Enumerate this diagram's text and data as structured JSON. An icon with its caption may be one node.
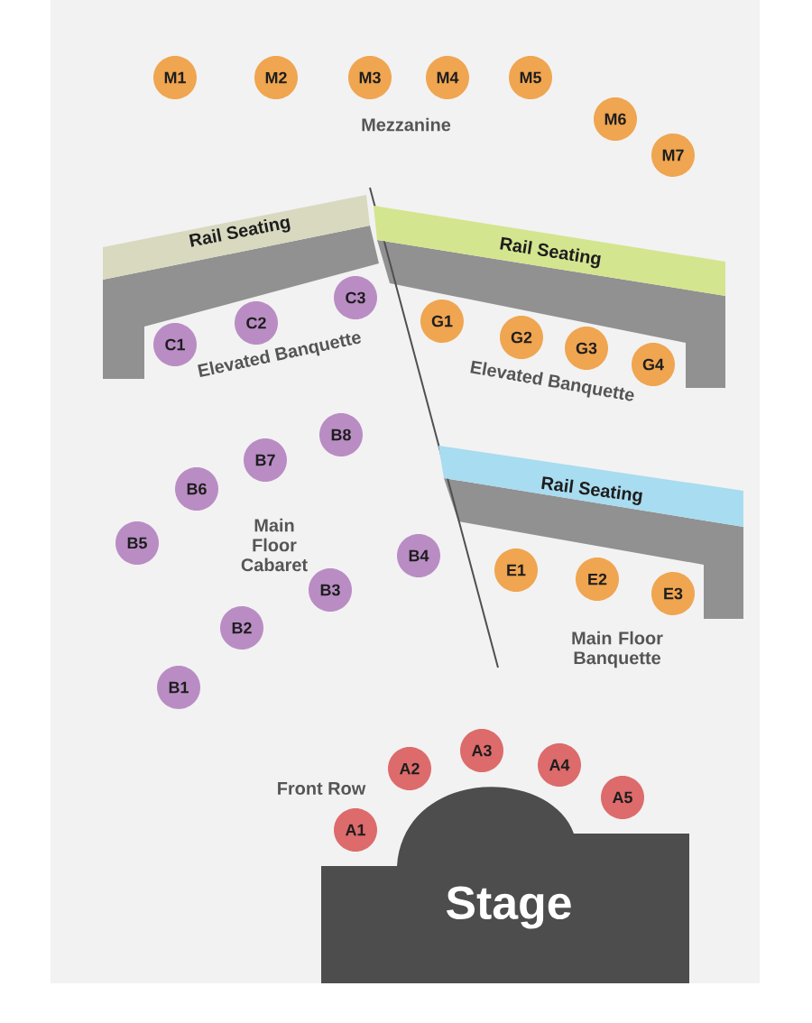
{
  "diagram": {
    "nodes": [
      {
        "text": [
          "M1"
        ]
      },
      {
        "text": [
          "M2"
        ]
      },
      {
        "text": [
          "M3"
        ]
      },
      {
        "text": [
          "M4"
        ]
      },
      {
        "text": [
          "M5"
        ]
      },
      {
        "text": [
          "M6"
        ]
      },
      {
        "text": [
          "M7"
        ]
      },
      {
        "text": [
          "Rail Seating"
        ]
      },
      {
        "text": [
          "Rail Seating"
        ]
      },
      {
        "text": [
          "C1"
        ]
      },
      {
        "text": [
          "C2"
        ]
      },
      {
        "text": [
          "C3"
        ]
      },
      {
        "text": [
          "G1"
        ]
      },
      {
        "text": [
          "G2"
        ]
      },
      {
        "text": [
          "G3"
        ]
      },
      {
        "text": [
          "G4"
        ]
      },
      {
        "text": [
          "Rail Seating"
        ]
      },
      {
        "text": [
          "B1"
        ]
      },
      {
        "text": [
          "B2"
        ]
      },
      {
        "text": [
          "B3"
        ]
      },
      {
        "text": [
          "B4"
        ]
      },
      {
        "text": [
          "B5"
        ]
      },
      {
        "text": [
          "B6"
        ]
      },
      {
        "text": [
          "B7"
        ]
      },
      {
        "text": [
          "B8"
        ]
      },
      {
        "text": [
          "E1"
        ]
      },
      {
        "text": [
          "E2"
        ]
      },
      {
        "text": [
          "E3"
        ]
      },
      {
        "text": [
          "A1"
        ]
      },
      {
        "text": [
          "A2"
        ]
      },
      {
        "text": [
          "A3"
        ]
      },
      {
        "text": [
          "A4"
        ]
      },
      {
        "text": [
          "A5"
        ]
      },
      {
        "text": [
          "Stage"
        ]
      }
    ],
    "labels": [
      "Mezzanine",
      "Elevated Banquette",
      "Elevated Banquette",
      "Main Floor Cabaret",
      "Main Floor Banquette",
      "Front Row"
    ]
  }
}
